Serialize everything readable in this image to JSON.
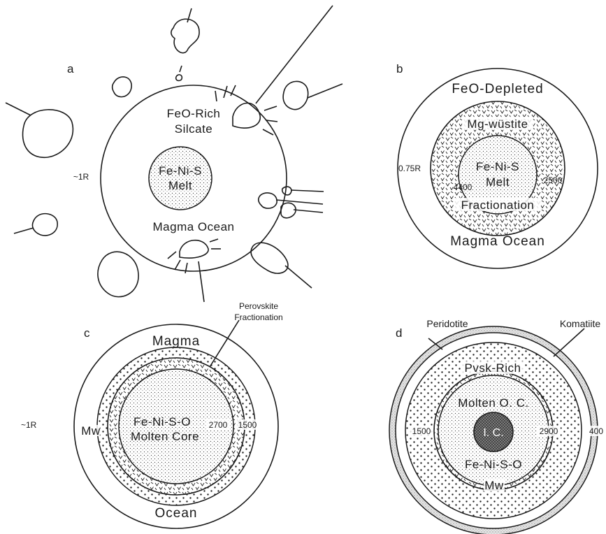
{
  "panels": {
    "a": {
      "letter": "a",
      "radius_label": "~1R",
      "labels": [
        "FeO-Rich",
        "Silcate",
        "Fe-Ni-S",
        "Melt",
        "Magma Ocean"
      ]
    },
    "b": {
      "letter": "b",
      "radius_label": "0.75R",
      "labels": [
        "FeO-Depleted",
        "Mg-wüstite",
        "Fe-Ni-S",
        "Melt",
        "Fractionation",
        "Magma Ocean"
      ],
      "numbers": [
        "4400",
        "2500"
      ]
    },
    "c": {
      "letter": "c",
      "radius_label": "~1R",
      "labels": [
        "Magma",
        "Perovskite",
        "Fractionation",
        "Mw",
        "Fe-Ni-S-O",
        "Molten Core",
        "Ocean"
      ],
      "numbers": [
        "2700",
        "1500"
      ]
    },
    "d": {
      "letter": "d",
      "labels": [
        "Peridotite",
        "Komatiite",
        "Pvsk-Rich",
        "Molten O. C.",
        "I. C.",
        "Fe-Ni-S-O",
        "Mw"
      ],
      "numbers": [
        "1500",
        "2900",
        "400"
      ]
    }
  },
  "colors": {
    "ink": "#1a1a1a",
    "background": "#ffffff"
  }
}
